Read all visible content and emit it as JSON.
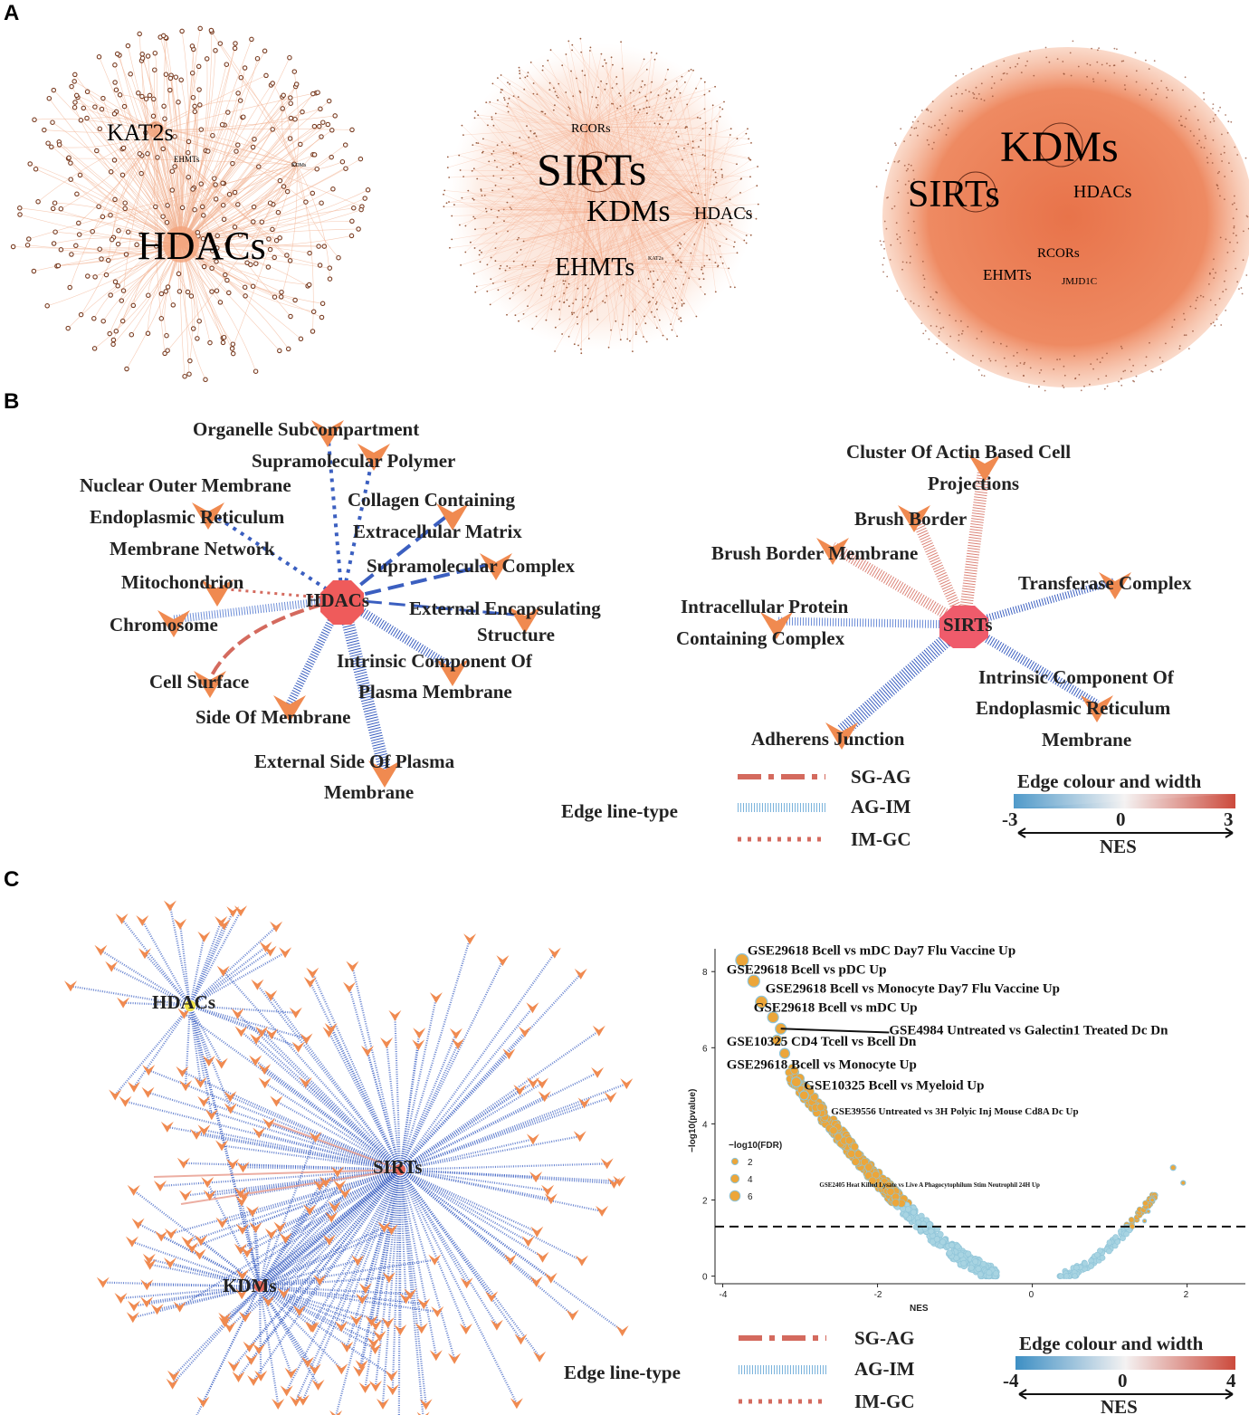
{
  "panels": [
    "A",
    "B",
    "C"
  ],
  "panel_a": {
    "networks": [
      {
        "labels": [
          "KAT2s",
          "EHMTs",
          "KDMs",
          "HDACs"
        ]
      },
      {
        "labels": [
          "RCORs",
          "SIRTs",
          "KDMs",
          "HDACs",
          "EHMTs",
          "KAT2s"
        ]
      },
      {
        "labels": [
          "KDMs",
          "SIRTs",
          "HDACs",
          "RCORs",
          "EHMTs",
          "JMJD1C"
        ]
      }
    ]
  },
  "panel_b": {
    "left": {
      "hub": "HDACs",
      "terms": [
        "Organelle Subcompartment",
        "Supramolecular Polymer",
        "Nuclear Outer Membrane",
        "Collagen Containing",
        "Endoplasmic Reticulum",
        "Extracellular Matrix",
        "Membrane Network",
        "Supramolecular Complex",
        "Mitochondrion",
        "External Encapsulating",
        "Chromosome",
        "Structure",
        "Intrinsic Component Of",
        "Cell Surface",
        "Plasma Membrane",
        "Side Of Membrane",
        "External Side Of Plasma",
        "Membrane"
      ]
    },
    "right": {
      "hub": "SIRTs",
      "terms": [
        "Cluster Of Actin Based Cell",
        "Projections",
        "Brush Border",
        "Brush Border Membrane",
        "Transferase Complex",
        "Intracellular Protein",
        "Containing Complex",
        "Intrinsic Component Of",
        "Endoplasmic Reticulum",
        "Membrane",
        "Adherens Junction"
      ]
    },
    "legend": {
      "title": "Edge line-type",
      "types": [
        "SG-AG",
        "AG-IM",
        "IM-GC"
      ],
      "colour_title": "Edge colour and width",
      "min": "-3",
      "mid": "0",
      "max": "3",
      "nes": "NES"
    }
  },
  "panel_c": {
    "hubs": [
      "HDACs",
      "SIRTs",
      "KDMs"
    ],
    "legend": {
      "title": "Edge line-type",
      "types": [
        "SG-AG",
        "AG-IM",
        "IM-GC"
      ],
      "colour_title": "Edge colour and width",
      "min": "-4",
      "mid": "0",
      "max": "4",
      "nes": "NES"
    }
  },
  "chart_data": {
    "type": "scatter",
    "xlabel": "NES",
    "ylabel": "−log10(pvalue)",
    "xlim": [
      -4.1,
      2.8
    ],
    "ylim": [
      -0.2,
      8.6
    ],
    "xticks": [
      -4,
      -2,
      0,
      2
    ],
    "yticks": [
      0,
      2,
      4,
      6,
      8
    ],
    "threshold_y": 1.3,
    "size_legend": {
      "title": "−log10(FDR)",
      "values": [
        2,
        4,
        6
      ]
    },
    "colors": {
      "low": "#a8d4e2",
      "high": "#eca63a",
      "edge": "#8fc4d8"
    },
    "points": [
      {
        "x": -3.75,
        "y": 8.3,
        "s": 7
      },
      {
        "x": -3.6,
        "y": 7.75,
        "s": 6.5
      },
      {
        "x": -3.5,
        "y": 7.2,
        "s": 6.5
      },
      {
        "x": -3.35,
        "y": 6.8,
        "s": 6
      },
      {
        "x": -3.25,
        "y": 6.5,
        "s": 6
      },
      {
        "x": -3.3,
        "y": 6.2,
        "s": 5.5
      },
      {
        "x": -3.2,
        "y": 5.85,
        "s": 5.5
      },
      {
        "x": -3.05,
        "y": 5.1,
        "s": 5.5
      },
      {
        "x": -2.95,
        "y": 4.75,
        "s": 5
      },
      {
        "x": 1.82,
        "y": 2.85,
        "s": 3
      },
      {
        "x": 1.95,
        "y": 2.45,
        "s": 2.5
      },
      {
        "x": 1.55,
        "y": 2.0,
        "s": 2.5
      },
      {
        "x": 1.5,
        "y": 1.7,
        "s": 2
      },
      {
        "x": 1.45,
        "y": 1.45,
        "s": 2
      }
    ],
    "labels": [
      {
        "text": "GSE29618 Bcell vs mDC Day7 Flu Vaccine Up",
        "x": -3.68,
        "y": 8.45
      },
      {
        "text": "GSE29618 Bcell vs pDC Up",
        "x": -3.95,
        "y": 7.95
      },
      {
        "text": "GSE29618 Bcell vs Monocyte Day7 Flu Vaccine Up",
        "x": -3.45,
        "y": 7.45
      },
      {
        "text": "GSE29618 Bcell vs mDC Up",
        "x": -3.6,
        "y": 6.95
      },
      {
        "text": "GSE4984 Untreated vs Galectin1 Treated Dc Dn",
        "x": -1.85,
        "y": 6.35
      },
      {
        "text": "GSE10325 CD4 Tcell vs Bcell Dn",
        "x": -3.95,
        "y": 6.05
      },
      {
        "text": "GSE29618 Bcell vs Monocyte Up",
        "x": -3.95,
        "y": 5.45
      },
      {
        "text": "GSE10325 Bcell vs Myeloid Up",
        "x": -2.95,
        "y": 4.9
      },
      {
        "text": "GSE39556 Untreated vs 3H Polyic Inj Mouse Cd8A Dc Up",
        "x": -2.6,
        "y": 4.25
      },
      {
        "text": "GSE2405 Heat Killed Lysate vs Live A Phagocytophilum Stim Neutrophil 24H Up",
        "x": -2.75,
        "y": 2.35
      }
    ]
  }
}
